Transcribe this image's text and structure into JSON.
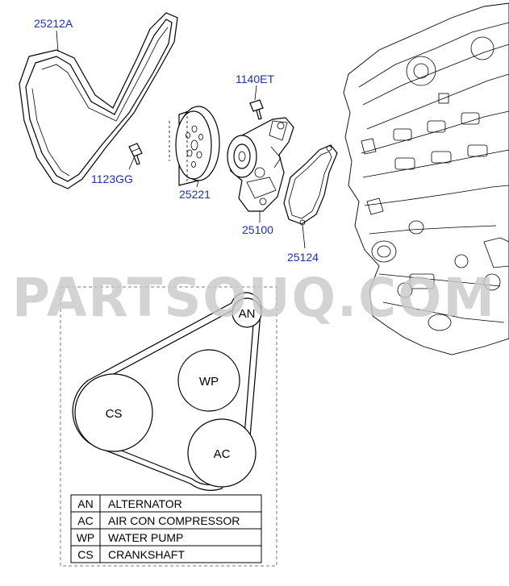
{
  "callouts": {
    "belt": "25212A",
    "bolt_pump": "1140ET",
    "bolt_pulley": "1123GG",
    "pulley": "25221",
    "water_pump": "25100",
    "gasket": "25124"
  },
  "watermark": "PARTSOUQ.COM",
  "pulleys": {
    "an": "AN",
    "wp": "WP",
    "cs": "CS",
    "ac": "AC"
  },
  "legend": [
    {
      "code": "AN",
      "name": "ALTERNATOR"
    },
    {
      "code": "AC",
      "name": "AIR CON COMPRESSOR"
    },
    {
      "code": "WP",
      "name": "WATER PUMP"
    },
    {
      "code": "CS",
      "name": "CRANKSHAFT"
    }
  ]
}
